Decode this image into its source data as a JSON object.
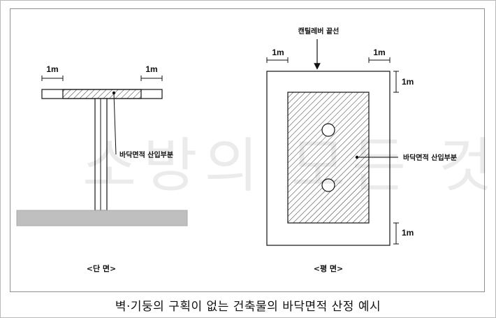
{
  "diagram": {
    "watermark_text": "소방의 모든 것",
    "left_view": {
      "dimension_left": "1m",
      "dimension_right": "1m",
      "floor_label": "바닥면적 산입부분",
      "section_label": "<단 면>"
    },
    "right_view": {
      "top_label": "캔틸레버 끝선",
      "dimension_top_left": "1m",
      "dimension_top_right": "1m",
      "dimension_right_top": "1m",
      "dimension_right_bottom": "1m",
      "floor_label": "바닥면적 산입부분",
      "plan_label": "<평 면>"
    }
  },
  "caption": "벽·기둥의 구획이 없는 건축물의 바닥면적 산정 예시"
}
